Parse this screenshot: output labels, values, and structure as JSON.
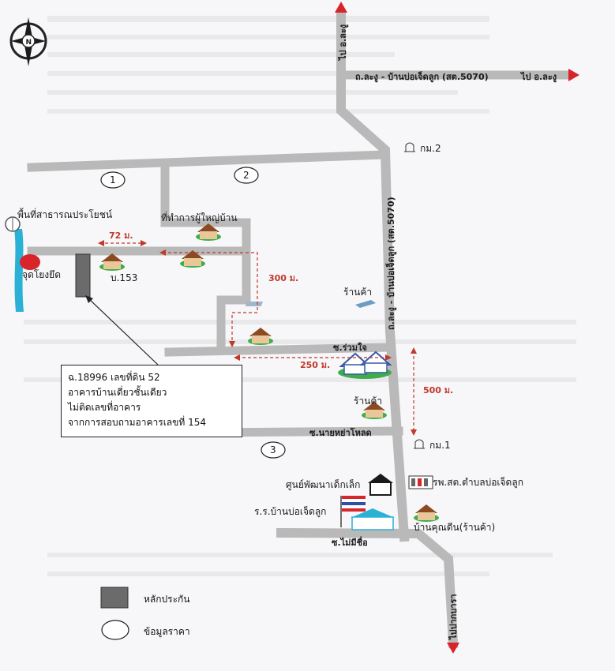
{
  "map": {
    "compass_label": "N",
    "roads": {
      "highway_label": "ถ.ละงู - บ้านบ่อเจ็ดลูก (สต.5070)",
      "to_la_ngu_right": "ไป อ.ละงู",
      "to_la_ngu_top": "ไป อ.ละงู",
      "main_road_vertical": "ถ.ละงู - บ้านบ่อเจ็ดลูก (สต.5070)",
      "soi_ruam_jai": "ซ.ร่วมใจ",
      "soi_nai_ya_phot": "ซ.นายหย่าโหลด",
      "soi_no_name": "ซ.ไม่มีชื่อ",
      "to_pak_bara": "ไปปากบารา"
    },
    "km_markers": [
      {
        "label": "กม.2"
      },
      {
        "label": "กม.1"
      }
    ],
    "price_points": [
      "1",
      "2",
      "3"
    ],
    "places": {
      "public_area": "พื้นที่สาธารณประโยชน์",
      "headman_office": "ที่ทำการผู้ใหญ่บ้าน",
      "reference_point": "จุดโยงยึด",
      "house_153": "บ.153",
      "shop_1": "ร้านค้า",
      "shop_2": "ร้านค้า",
      "child_center": "ศูนย์พัฒนาเด็กเล็ก",
      "health_center": "รพ.สต.ตำบลบ่อเจ็ดลูก",
      "school": "ร.ร.บ้านบ่อเจ็ดลูก",
      "khun_duen_shop": "บ้านคุณดีน(ร้านค้า)"
    },
    "distances": {
      "d72": "72 ม.",
      "d300": "300 ม.",
      "d250": "250 ม.",
      "d500": "500 ม."
    },
    "note_box": {
      "line1": "ฉ.18996 เลขที่ดิน 52",
      "line2": "อาคารบ้านเดี่ยวชั้นเดียว",
      "line3": "ไม่ติดเลขที่อาคาร",
      "line4": "จากการสอบถามอาคารเลขที่ 154"
    },
    "legend": {
      "collateral": "หลักประกัน",
      "price_data": "ข้อมูลราคา"
    },
    "colors": {
      "road": "#b9b9b9",
      "red_marker": "#d7252a",
      "distance_line": "#c0392b",
      "collateral": "#6b6b6b",
      "water": "#2bb1d6"
    }
  }
}
